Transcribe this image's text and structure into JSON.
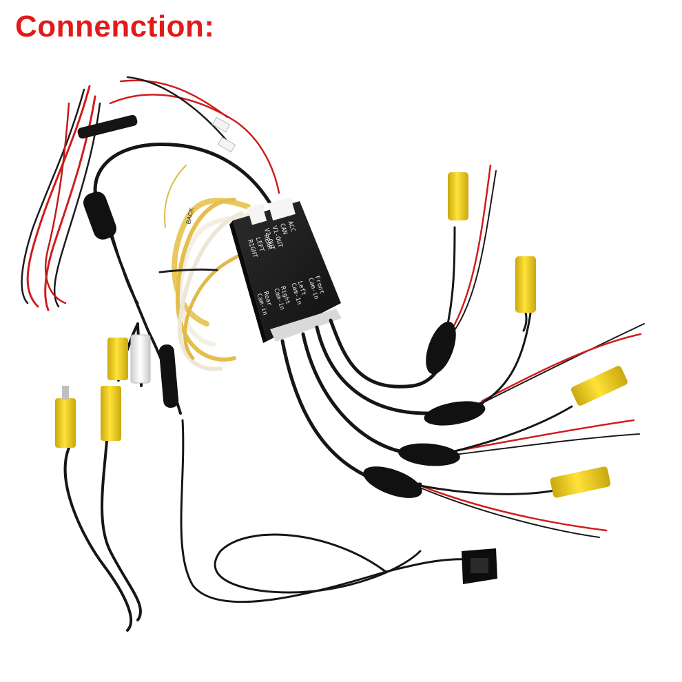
{
  "title": "Connenction:",
  "title_color": "#e21a1a",
  "module": {
    "top_labels": [
      "ACC",
      "CAN",
      "V1-OUT",
      "V2-OUT",
      "REAR",
      "LEFT",
      "RIGHT"
    ],
    "input_labels": [
      {
        "name": "Front",
        "sub": "Cam-in"
      },
      {
        "name": "Left",
        "sub": "Cam-in"
      },
      {
        "name": "Right",
        "sub": "Cam-in"
      },
      {
        "name": "Rear",
        "sub": "Cam-in"
      }
    ],
    "harness_tag": "BACK"
  },
  "colors": {
    "cable": "#161616",
    "red_wire": "#d01c1c",
    "rca_yellow": "#f2d21b",
    "rca_white": "#f1f1f1",
    "harness_yellow": "#e9c85e",
    "harness_white": "#f3efe4",
    "box": "#1f1f1f"
  }
}
